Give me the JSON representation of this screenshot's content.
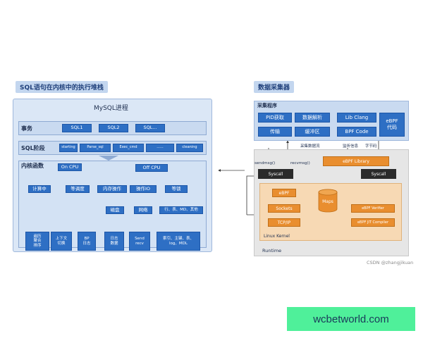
{
  "left": {
    "title": "SQL语句在内核中的执行堆栈",
    "mysql_label": "MySQL进程",
    "txn_label": "事务",
    "txn_items": [
      "SQL1",
      "SQL2",
      "SQL..."
    ],
    "sql_stage_label": "SQL阶段",
    "sql_stages": [
      "starting",
      "Parse_sql",
      "Exec_cmd",
      "......",
      "cleaning"
    ],
    "kernel_func_label": "内核函数",
    "on_cpu": "On CPU",
    "off_cpu": "Off CPU",
    "mid_nodes": [
      "计算中",
      "等调度",
      "内存操作",
      "操作IO",
      "等锁"
    ],
    "io_nodes": [
      "磁盘",
      "网络"
    ],
    "lock_types": "行、表、MD、其他",
    "bottom_nodes": [
      "遍历\n聚合\n排序",
      "上下文\n切换",
      "BP\n日志",
      "日志\n数据",
      "Send\nrecv",
      "索引、主键、表、\nlog、MDL"
    ]
  },
  "right": {
    "title": "数据采集器",
    "collector_label": "采集程序",
    "collector_items": [
      "PID获取",
      "数据解析",
      "传输",
      "缓冲区"
    ],
    "lib_clang": "Lib Clang",
    "bpf_code": "BPF Code",
    "ebpf_code": "eBPF\n代码",
    "flow_labels": [
      "采集数据流",
      "监听信息",
      "字节码"
    ],
    "sendmsg": "sendmsg()",
    "recvmsg": "recvmsg()",
    "syscall_left": "Syscall",
    "syscall_right": "Syscall",
    "ebpf_library": "eBPF Library",
    "ebpf": "eBPF",
    "sockets": "Sockets",
    "tcpip": "TCP/IP",
    "maps": "Maps",
    "verifier": "eBPF Verifier",
    "jit": "eBPF JIT Compiler",
    "linux_kernel": "Linux  Kernel",
    "runtime": "Runtime"
  },
  "watermark_csdn": "CSDN @zhangjikuan",
  "footer_badge": "wcbetworld.com"
}
